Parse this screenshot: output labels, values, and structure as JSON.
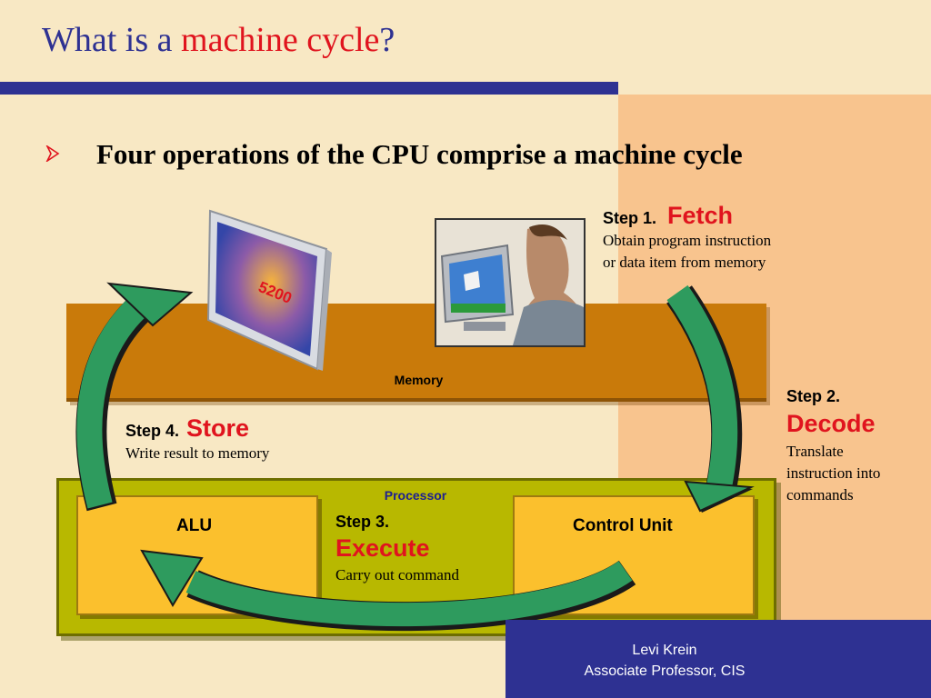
{
  "slide": {
    "title_prefix": "What is a ",
    "title_accent": "machine cycle",
    "title_suffix": "?",
    "bullet_icon": "arrow-bullet-icon",
    "subheading": "Four operations of the CPU comprise a machine cycle"
  },
  "diagram": {
    "memory_label": "Memory",
    "processor_label": "Processor",
    "alu_label": "ALU",
    "control_unit_label": "Control Unit",
    "monitor_text": "5200",
    "steps": [
      {
        "number": "Step 1.",
        "name": "Fetch",
        "description_lines": [
          "Obtain program instruction",
          "or data item from memory"
        ]
      },
      {
        "number": "Step 2.",
        "name": "Decode",
        "description_lines": [
          "Translate",
          "instruction into",
          "commands"
        ]
      },
      {
        "number": "Step 3.",
        "name": "Execute",
        "description_lines": [
          "Carry out command"
        ]
      },
      {
        "number": "Step 4.",
        "name": "Store",
        "description_lines": [
          "Write result to memory"
        ]
      }
    ]
  },
  "footer": {
    "name": "Levi Krein",
    "role": "Associate Professor, CIS"
  },
  "colors": {
    "background": "#F8E8C4",
    "right_panel": "#F8C48E",
    "title_blue": "#2E3192",
    "accent_red": "#E0141E",
    "arrow_green": "#2E9B5E",
    "memory_orange": "#C97A0A",
    "processor_olive": "#B8B800",
    "chip_yellow": "#FBC02D"
  }
}
